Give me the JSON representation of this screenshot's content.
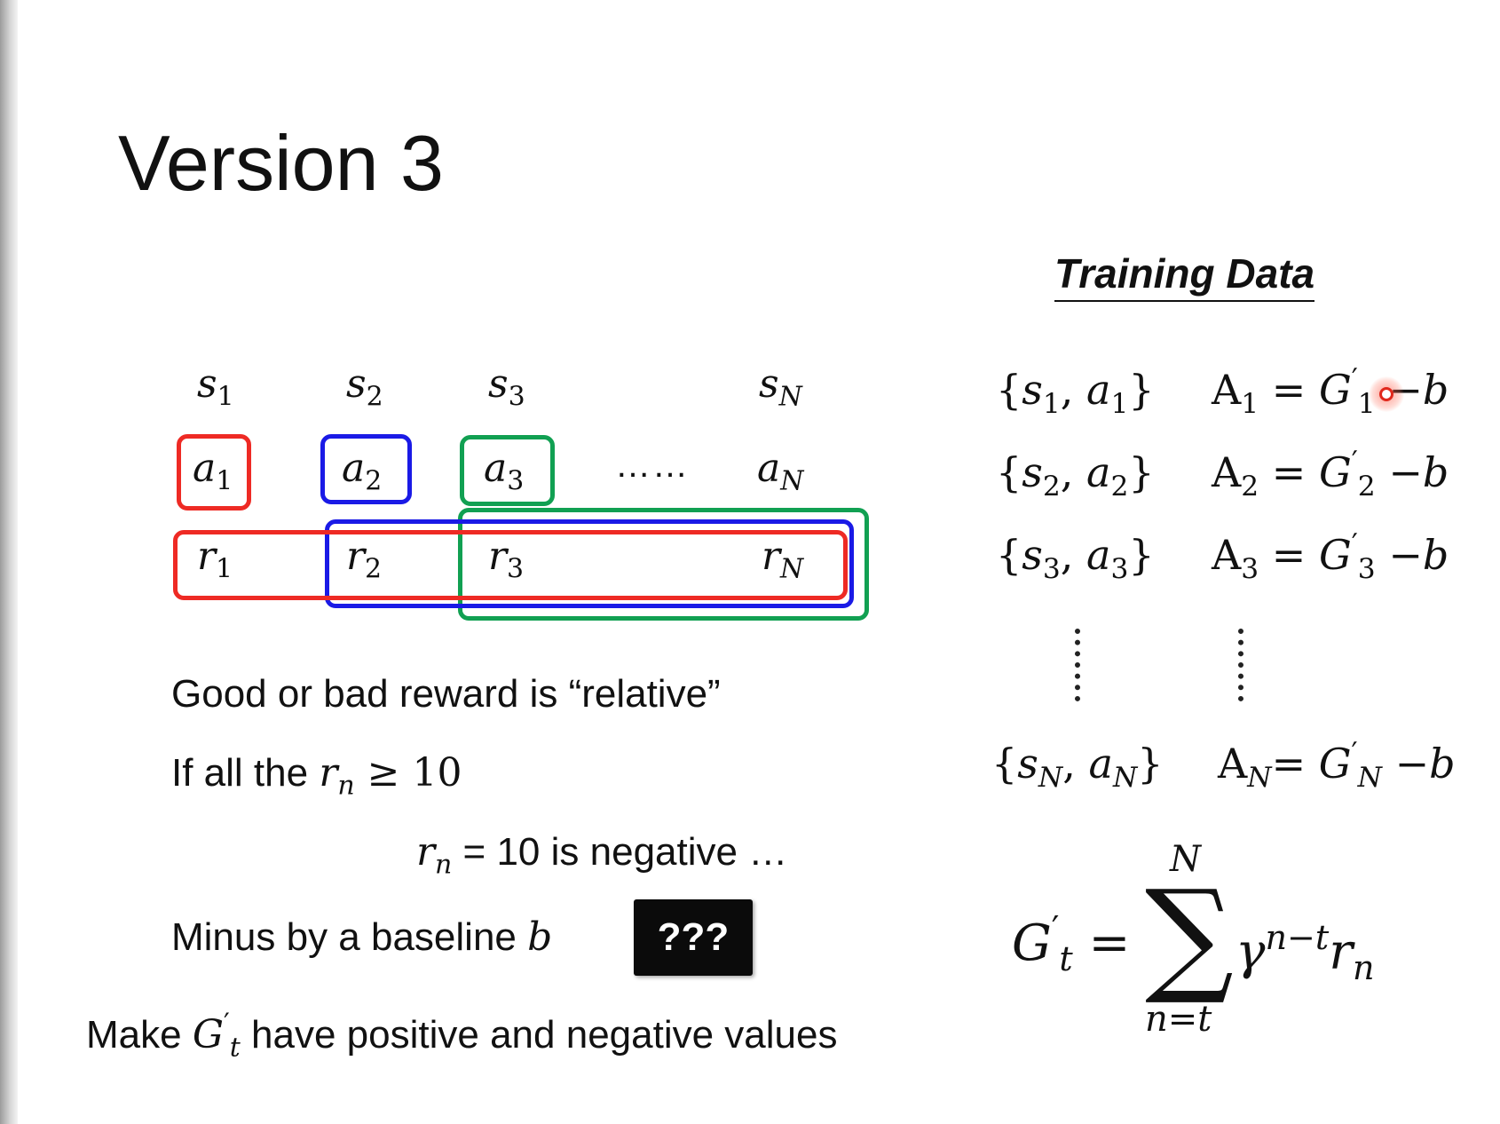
{
  "slide": {
    "title": "Version 3",
    "training_data_heading": "Training Data"
  },
  "sequence": {
    "states": [
      "s",
      "s",
      "s",
      "s"
    ],
    "state_subs": [
      "1",
      "2",
      "3",
      "N"
    ],
    "actions": [
      "a",
      "a",
      "a",
      "a"
    ],
    "action_subs": [
      "1",
      "2",
      "3",
      "N"
    ],
    "rewards": [
      "r",
      "r",
      "r",
      "r"
    ],
    "reward_subs": [
      "1",
      "2",
      "3",
      "N"
    ],
    "ellipsis": "……"
  },
  "training_rows": [
    {
      "pair_open": "{",
      "s": "s",
      "s_sub": "1",
      "a": "a",
      "a_sub": "1",
      "pair_close": "}",
      "A": "A",
      "A_sub": "1",
      "eq": "=",
      "G": "G",
      "G_sup": "′",
      "G_sub": "1",
      "minus_b": "−b"
    },
    {
      "pair_open": "{",
      "s": "s",
      "s_sub": "2",
      "a": "a",
      "a_sub": "2",
      "pair_close": "}",
      "A": "A",
      "A_sub": "2",
      "eq": "=",
      "G": "G",
      "G_sup": "′",
      "G_sub": "2",
      "minus_b": "−b"
    },
    {
      "pair_open": "{",
      "s": "s",
      "s_sub": "3",
      "a": "a",
      "a_sub": "3",
      "pair_close": "}",
      "A": "A",
      "A_sub": "3",
      "eq": "=",
      "G": "G",
      "G_sup": "′",
      "G_sub": "3",
      "minus_b": "−b"
    },
    {
      "pair_open": "{",
      "s": "s",
      "s_sub": "N",
      "a": "a",
      "a_sub": "N",
      "pair_close": "}",
      "A": "A",
      "A_sub": "N",
      "eq": "=",
      "G": "G",
      "G_sup": "′",
      "G_sub": "N",
      "minus_b": "−b"
    }
  ],
  "notes": {
    "line1": "Good or bad reward is “relative”",
    "line2_prefix": "If all the ",
    "line2_var": "r",
    "line2_sub": "n",
    "line2_suffix": " ≥ 10",
    "line3_var": "r",
    "line3_sub": "n",
    "line3_suffix": " = 10 is negative …",
    "line4_prefix": "Minus by a baseline ",
    "line4_var": "b",
    "badge": "???",
    "line5_prefix": "Make ",
    "line5_var": "G",
    "line5_sup": "′",
    "line5_sub": "t",
    "line5_suffix": " have positive and negative values"
  },
  "formula": {
    "lhs": "G",
    "lhs_sup": "′",
    "lhs_sub": "t",
    "eq": "=",
    "sigma": "∑",
    "upper": "N",
    "lower": "n=t",
    "gamma": "γ",
    "exponent": "n−t",
    "r": "r",
    "r_sub": "n"
  },
  "colors": {
    "red": "#ee2a24",
    "blue": "#1a1ae6",
    "green": "#11a052",
    "badge_bg": "#0b0b0b"
  }
}
